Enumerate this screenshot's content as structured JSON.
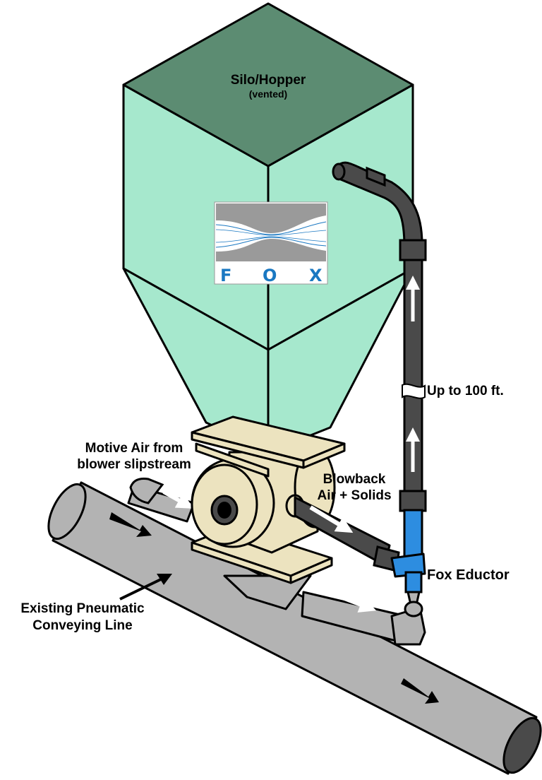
{
  "labels": {
    "silo_title": "Silo/Hopper",
    "silo_sub": "(vented)",
    "up_to": "Up to 100 ft.",
    "motive_line1": "Motive Air from",
    "motive_line2": "blower slipstream",
    "blowback_line1": "Blowback",
    "blowback_line2": "Air + Solids",
    "eductor": "Fox Eductor",
    "conveying_line1": "Existing Pneumatic",
    "conveying_line2": "Conveying Line"
  },
  "logo": {
    "letter1": "F",
    "letter2": "O",
    "letter3": "X"
  },
  "colors": {
    "hopper_top": "#5c8c72",
    "hopper_body": "#a6e8cd",
    "valve_body": "#ece3bf",
    "pipe_gray": "#b3b3b3",
    "pipe_dark": "#4a4a4a",
    "eductor_blue": "#2d8de0",
    "logo_blue": "#1a78c2"
  }
}
